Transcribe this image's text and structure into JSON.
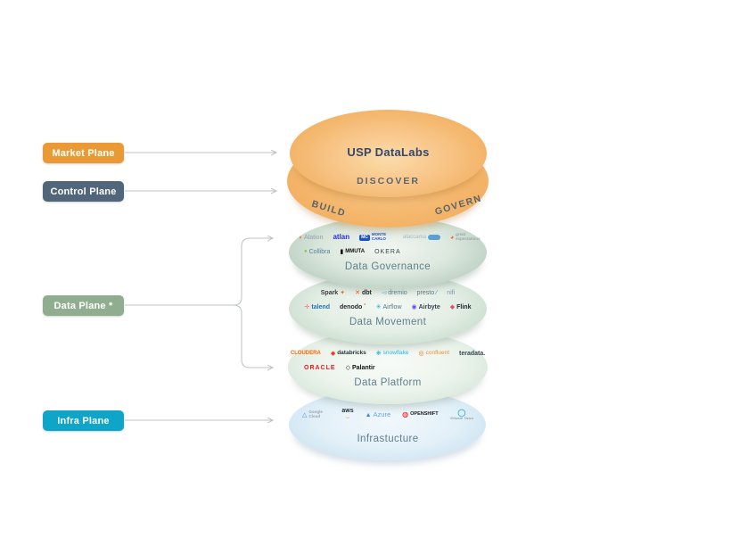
{
  "accents": {
    "arrow_color": "#BCC1C5",
    "top_ellipse_orange": "#EFA953",
    "governance_green": "#A7C0AF",
    "infrastructure_blue": "#BFDDEF",
    "title_text_color": "#5F808F"
  },
  "planes": [
    {
      "label": "Market Plane",
      "color": "#EA9A35"
    },
    {
      "label": "Control Plane",
      "color": "#51667A"
    },
    {
      "label": "Data Plane *",
      "color": "#90AE8F"
    },
    {
      "label": "Infra Plane",
      "color": "#0FA5C9"
    }
  ],
  "stack": {
    "title": "USP DataLabs",
    "discover_label": "DISCOVER",
    "build_label": "BUILD",
    "govern_label": "GOVERN"
  },
  "layers": [
    {
      "id": "governance",
      "title": "Data Governance",
      "rows": [
        {
          "align": "center",
          "items": [
            {
              "id": "alation",
              "parts": [
                {
                  "t": "◗",
                  "c": "#ED6C3C"
                },
                {
                  "t": "Alation",
                  "c": "#93A1AC"
                }
              ]
            },
            {
              "id": "atlan",
              "parts": [
                {
                  "t": "atlan",
                  "c": "#2A2FD4",
                  "b": 1,
                  "fs": 8
                }
              ]
            },
            {
              "id": "monte-carlo",
              "parts": [
                {
                  "t": "MC",
                  "c": "#FFFFFF",
                  "bg": "#1E50C9"
                },
                {
                  "t": "MONTE CARLO",
                  "c": "#1E50C9",
                  "stack": 1
                }
              ]
            },
            {
              "id": "ataccama",
              "parts": [
                {
                  "t": "ataccama",
                  "c": "#A9B4BC",
                  "fs": 6
                },
                {
                  "pill": 1,
                  "c": "#5D9FD4"
                }
              ]
            },
            {
              "id": "great-expectations",
              "parts": [
                {
                  "t": "◕",
                  "c": "#E8683A"
                },
                {
                  "t": "great expectations",
                  "c": "#9AA6AE",
                  "stack": 1
                }
              ]
            }
          ]
        },
        {
          "align": "left",
          "items": [
            {
              "id": "collibra",
              "parts": [
                {
                  "t": "●",
                  "c": "#8CC63F",
                  "fs": 6
                },
                {
                  "t": "Collibra",
                  "c": "#5B7E9E"
                }
              ]
            },
            {
              "id": "immuta",
              "parts": [
                {
                  "t": "▮",
                  "c": "#111111"
                },
                {
                  "t": "MMUTA",
                  "c": "#111111",
                  "b": 1,
                  "fs": 6
                }
              ]
            },
            {
              "id": "okera",
              "parts": [
                {
                  "t": "OKERA",
                  "c": "#37474F",
                  "ls": 1,
                  "fs": 7
                }
              ]
            }
          ]
        }
      ]
    },
    {
      "id": "movement",
      "title": "Data Movement",
      "rows": [
        {
          "align": "center",
          "items": [
            {
              "id": "spark",
              "parts": [
                {
                  "t": "Spark",
                  "c": "#3C3A3E",
                  "b": 1
                },
                {
                  "t": "✦",
                  "c": "#E8742C"
                }
              ]
            },
            {
              "id": "dbt",
              "parts": [
                {
                  "t": "✕",
                  "c": "#FF4E1F"
                },
                {
                  "t": "dbt",
                  "c": "#262A30",
                  "b": 1
                }
              ]
            },
            {
              "id": "dremio",
              "parts": [
                {
                  "t": "◅",
                  "c": "#31B5C4"
                },
                {
                  "t": "dremio",
                  "c": "#57808D"
                }
              ]
            },
            {
              "id": "presto",
              "parts": [
                {
                  "t": "presto",
                  "c": "#5F7781"
                },
                {
                  "t": "∕",
                  "c": "#3F7FD4"
                }
              ]
            },
            {
              "id": "nifi",
              "parts": [
                {
                  "t": "nifi",
                  "c": "#7E95A6"
                }
              ]
            }
          ]
        },
        {
          "align": "center",
          "items": [
            {
              "id": "talend",
              "parts": [
                {
                  "t": "✛",
                  "c": "#FF6D70"
                },
                {
                  "t": "talend",
                  "c": "#2376B7",
                  "b": 1
                }
              ]
            },
            {
              "id": "denodo",
              "parts": [
                {
                  "t": "denodo",
                  "c": "#24292E",
                  "b": 1
                },
                {
                  "t": "˚",
                  "c": "#E8432E"
                }
              ]
            },
            {
              "id": "airflow",
              "parts": [
                {
                  "t": "✳",
                  "c": "#19B1C4"
                },
                {
                  "t": "Airflow",
                  "c": "#5A7684"
                }
              ]
            },
            {
              "id": "airbyte",
              "parts": [
                {
                  "t": "◉",
                  "c": "#6A4DF5"
                },
                {
                  "t": "Airbyte",
                  "c": "#3B4654",
                  "b": 1
                }
              ]
            },
            {
              "id": "flink",
              "parts": [
                {
                  "t": "◆",
                  "c": "#E0526E"
                },
                {
                  "t": "Flink",
                  "c": "#1F2329",
                  "b": 1
                }
              ]
            }
          ]
        }
      ]
    },
    {
      "id": "platform",
      "title": "Data Platform",
      "rows": [
        {
          "align": "center",
          "items": [
            {
              "id": "cloudera",
              "parts": [
                {
                  "t": "CLOUDERA",
                  "c": "#F96702",
                  "b": 1,
                  "fs": 6
                }
              ]
            },
            {
              "id": "databricks",
              "parts": [
                {
                  "t": "◆",
                  "c": "#FF3621"
                },
                {
                  "t": "databricks",
                  "c": "#27323C",
                  "b": 1,
                  "fs": 6.5
                }
              ]
            },
            {
              "id": "snowflake",
              "parts": [
                {
                  "t": "❋",
                  "c": "#29B5E8"
                },
                {
                  "t": "snowflake",
                  "c": "#29B5E8",
                  "fs": 6.5
                }
              ]
            },
            {
              "id": "confluent",
              "parts": [
                {
                  "t": "◎",
                  "c": "#F26D21"
                },
                {
                  "t": "confluent",
                  "c": "#E8913C",
                  "fs": 6.5
                }
              ]
            },
            {
              "id": "teradata",
              "parts": [
                {
                  "t": "teradata.",
                  "c": "#394851",
                  "b": 1
                }
              ]
            }
          ]
        },
        {
          "align": "left",
          "items": [
            {
              "id": "oracle",
              "parts": [
                {
                  "t": "ORACLE",
                  "c": "#EA1B22",
                  "b": 1,
                  "ls": 1,
                  "fs": 7
                }
              ]
            },
            {
              "id": "palantir",
              "parts": [
                {
                  "t": "◇",
                  "c": "#101418"
                },
                {
                  "t": "Palantir",
                  "c": "#101418",
                  "b": 1
                }
              ]
            }
          ]
        }
      ]
    },
    {
      "id": "infrastructure",
      "title": "Infrastucture",
      "rows": [
        {
          "align": "center",
          "items": [
            {
              "id": "google-cloud",
              "parts": [
                {
                  "t": "△",
                  "c": "#4285F4"
                },
                {
                  "t": "Google Cloud",
                  "c": "#9AA5AD",
                  "stack": 1
                }
              ]
            },
            {
              "id": "aws",
              "col": 1,
              "parts": [
                {
                  "t": "aws",
                  "c": "#232F3E",
                  "b": 1
                },
                {
                  "t": "⌣",
                  "c": "#FF9900"
                }
              ]
            },
            {
              "id": "azure",
              "parts": [
                {
                  "t": "▲",
                  "c": "#2E8DE5"
                },
                {
                  "t": "Azure",
                  "c": "#5BA6E8",
                  "fs": 7.5
                }
              ]
            },
            {
              "id": "openshift",
              "parts": [
                {
                  "t": "◍",
                  "c": "#EE0000",
                  "fs": 8
                },
                {
                  "t": "OPENSHIFT",
                  "c": "#1A1A1A",
                  "b": 1,
                  "fs": 5.5
                }
              ]
            },
            {
              "id": "vmware-tanzu",
              "col": 1,
              "parts": [
                {
                  "t": "◯",
                  "c": "#38B2C6",
                  "b": 1,
                  "fs": 8
                },
                {
                  "t": "VMware Tanzu",
                  "c": "#7A8A94",
                  "fs": 4
                }
              ]
            }
          ]
        }
      ]
    }
  ]
}
